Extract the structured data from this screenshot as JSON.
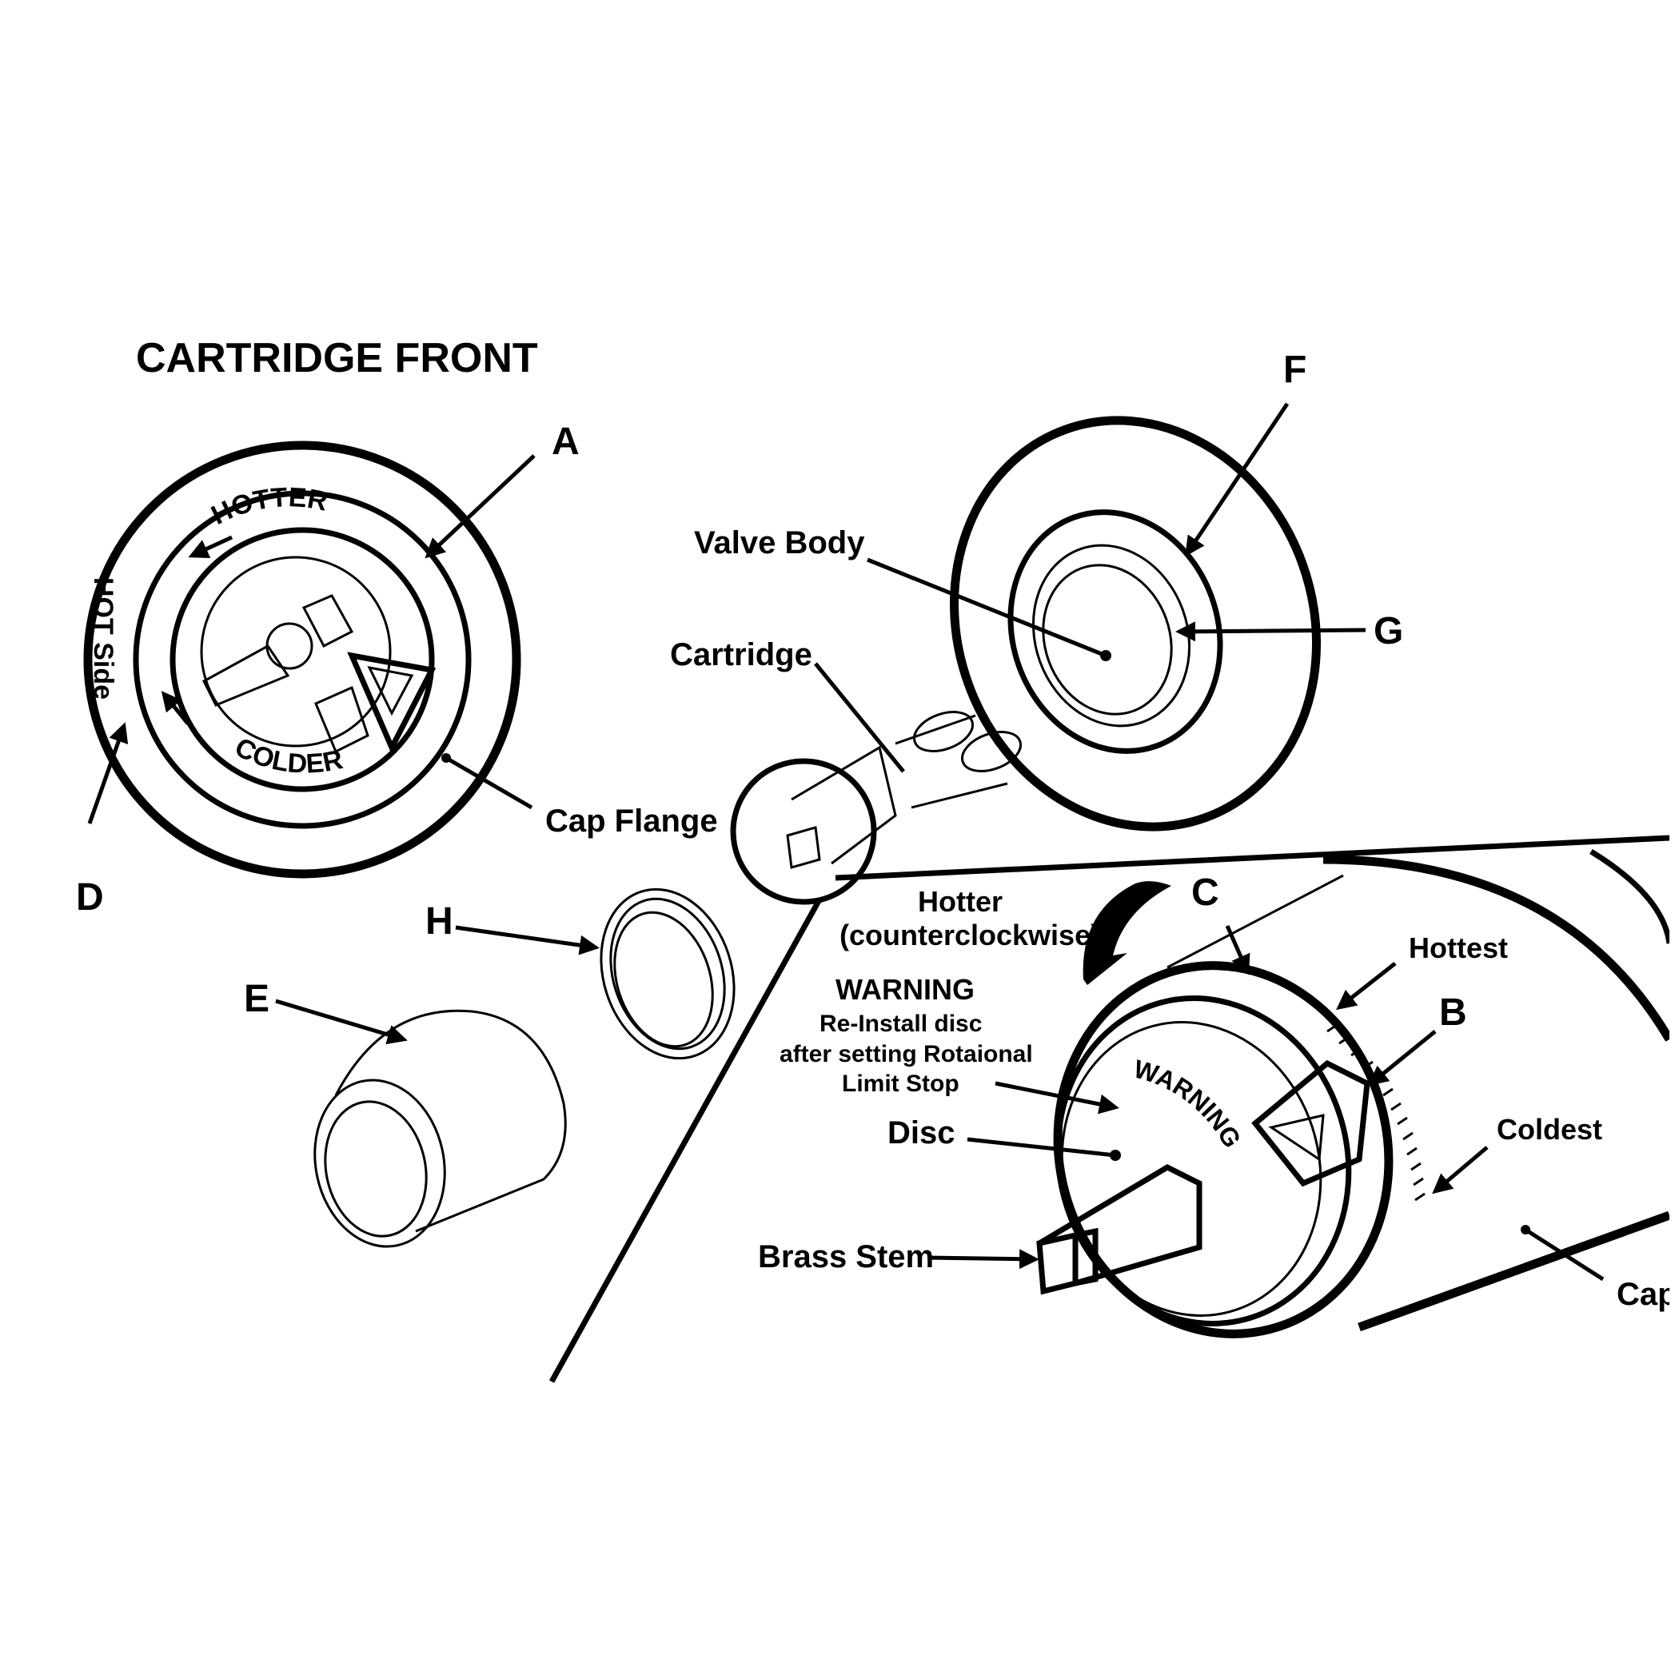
{
  "title": "CARTRIDGE FRONT",
  "cartridge_front": {
    "hotter": "HOTTER",
    "colder": "COLDER",
    "hot_side": "HOT Side",
    "cap_flange": "Cap Flange"
  },
  "letters": {
    "a": "A",
    "b": "B",
    "c": "C",
    "d": "D",
    "e": "E",
    "f": "F",
    "g": "G",
    "h": "H"
  },
  "parts": {
    "valve_body": "Valve Body",
    "cartridge": "Cartridge",
    "disc": "Disc",
    "brass_stem": "Brass Stem",
    "cap": "Cap",
    "hottest": "Hottest",
    "coldest": "Coldest"
  },
  "rotation": {
    "line1": "Hotter",
    "line2": "(counterclockwise)"
  },
  "warning_note": {
    "title": "WARNING",
    "line1": "Re-Install disc",
    "line2": "after setting Rotaional",
    "line3": "Limit Stop"
  },
  "disc_face_text": "WARNING"
}
